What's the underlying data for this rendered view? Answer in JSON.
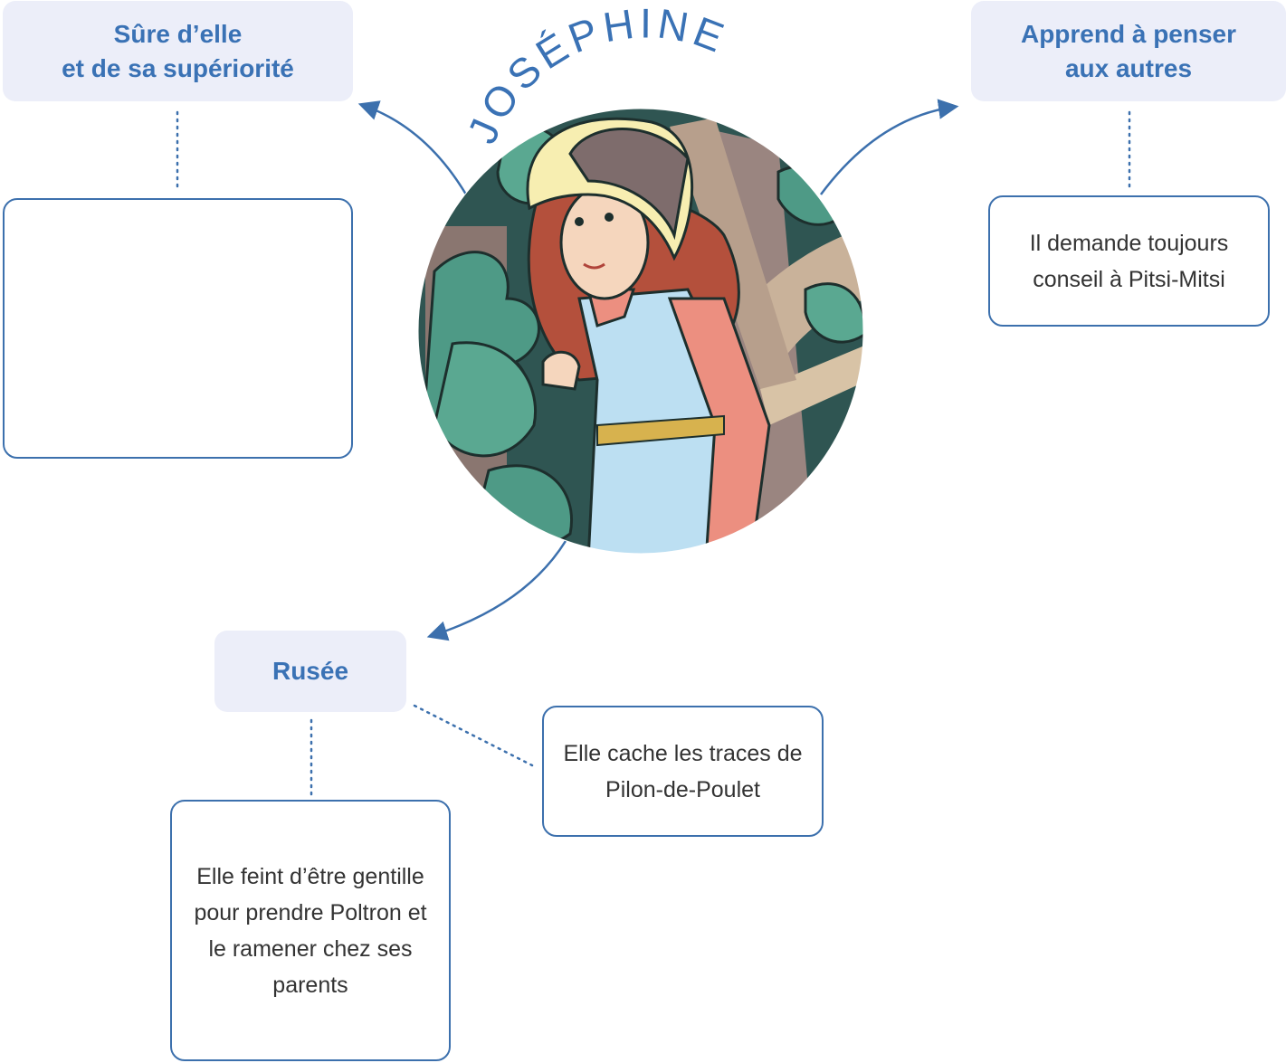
{
  "character": {
    "name": "JOSÉPHINE",
    "portrait_icon": "girl-in-bonnet-illustration"
  },
  "traits": [
    {
      "label_lines": [
        "Sûre d’elle",
        "et de sa supériorité"
      ],
      "examples": [
        ""
      ]
    },
    {
      "label_lines": [
        "Apprend à penser",
        "aux autres"
      ],
      "examples": [
        "Il demande toujours conseil à Pitsi-Mitsi"
      ]
    },
    {
      "label_lines": [
        "Rusée"
      ],
      "examples": [
        "Elle feint d’être gentille pour prendre Poltron et le ramener chez ses parents",
        "Elle cache les traces de Pilon-de-Poulet"
      ]
    }
  ],
  "colors": {
    "accent": "#3a72b5",
    "trait_background": "#eceef9",
    "box_border": "#3c70ad",
    "text": "#333333"
  }
}
